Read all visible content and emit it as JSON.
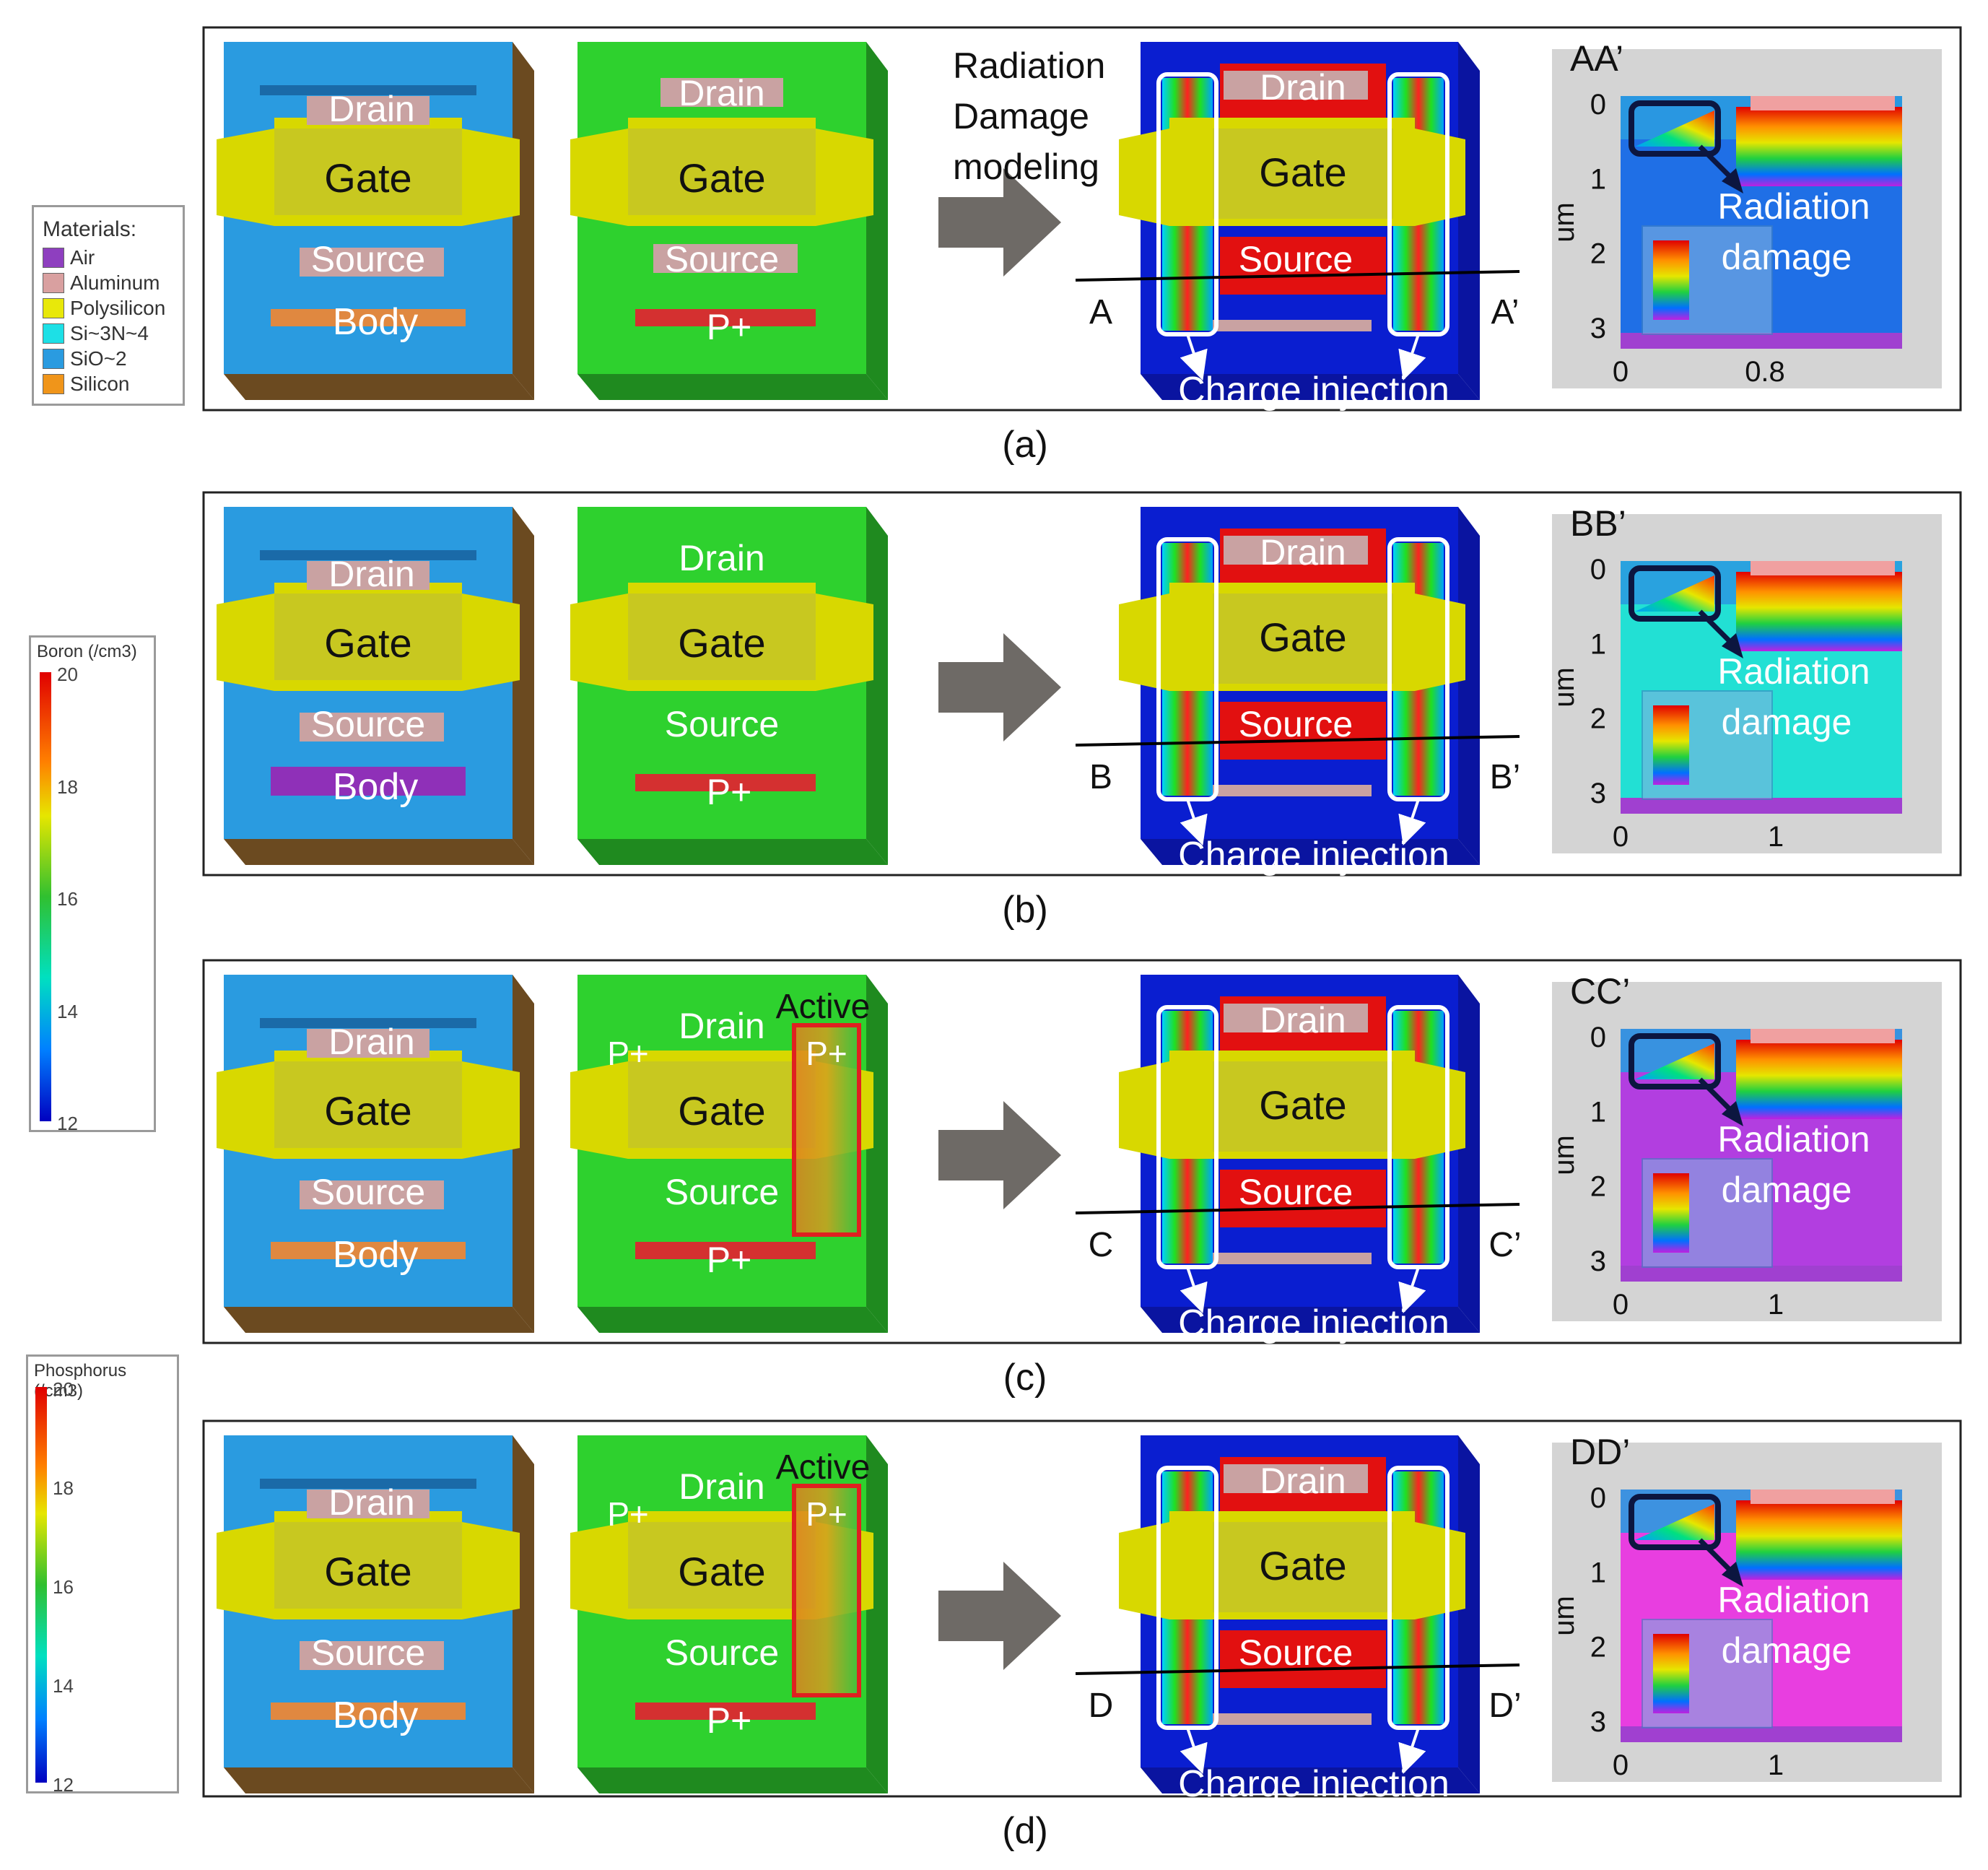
{
  "materials_legend": {
    "title": "Materials:",
    "items": [
      {
        "label": "Air",
        "color": "#8e3fbf"
      },
      {
        "label": "Aluminum",
        "color": "#d9a0a0"
      },
      {
        "label": "Polysilicon",
        "color": "#e8e80a"
      },
      {
        "label": "Si~3N~4",
        "color": "#1de0e6"
      },
      {
        "label": "SiO~2",
        "color": "#2a9be0"
      },
      {
        "label": "Silicon",
        "color": "#f0951a"
      }
    ]
  },
  "boron_legend": {
    "title": "Boron (/cm3)",
    "ticks": [
      "20",
      "18",
      "16",
      "14",
      "12"
    ]
  },
  "phosphorus_legend": {
    "title": "Phosphorus (/cm3)",
    "ticks": [
      "20",
      "18",
      "16",
      "14",
      "12"
    ]
  },
  "shared": {
    "drain": "Drain",
    "gate": "Gate",
    "source": "Source",
    "body": "Body",
    "pplus": "P+",
    "active": "Active",
    "charge_injection": "Charge injection",
    "radiation": "Radiation",
    "damage": "damage",
    "um": "um",
    "rdm_line1": "Radiation",
    "rdm_line2": "Damage",
    "rdm_line3": "modeling"
  },
  "panels": [
    {
      "caption": "(a)",
      "section": "AA’",
      "cut_left": "A",
      "cut_right": "A’",
      "yticks": [
        "0",
        "1",
        "2",
        "3"
      ],
      "xticks": [
        "0",
        "0.8"
      ],
      "bg": "#1f6fe6"
    },
    {
      "caption": "(b)",
      "section": "BB’",
      "cut_left": "B",
      "cut_right": "B’",
      "yticks": [
        "0",
        "1",
        "2",
        "3"
      ],
      "xticks": [
        "0",
        "1"
      ],
      "bg": "#22e0d4"
    },
    {
      "caption": "(c)",
      "section": "CC’",
      "cut_left": "C",
      "cut_right": "C’",
      "yticks": [
        "0",
        "1",
        "2",
        "3"
      ],
      "xticks": [
        "0",
        "1"
      ],
      "bg": "#b23ee0"
    },
    {
      "caption": "(d)",
      "section": "DD’",
      "cut_left": "D",
      "cut_right": "D’",
      "yticks": [
        "0",
        "1",
        "2",
        "3"
      ],
      "xticks": [
        "0",
        "1"
      ],
      "bg": "#e83ee0"
    }
  ]
}
